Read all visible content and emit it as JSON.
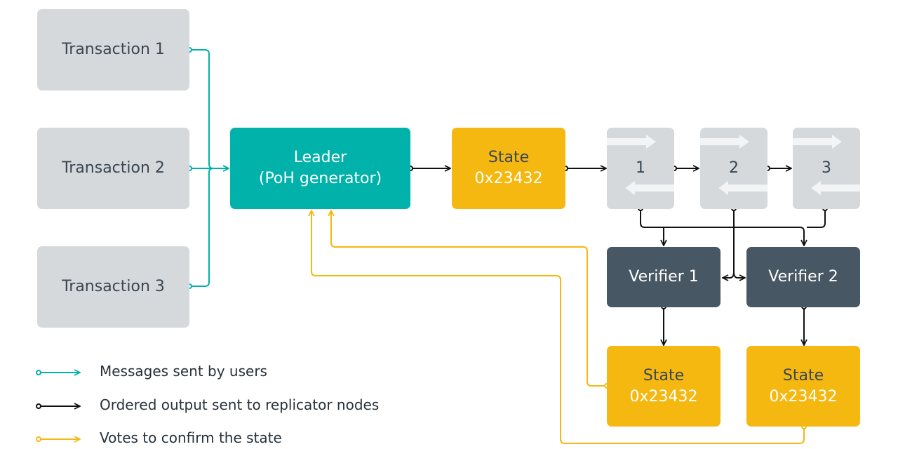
{
  "colors": {
    "user_messages": "#00b2a9",
    "ordered_output": "#111111",
    "votes": "#f5b810",
    "transaction_box": "#d5d9dc",
    "leader_box": "#00b2a9",
    "state_box": "#f5b810",
    "verifier_box": "#475763"
  },
  "transactions": [
    {
      "label": "Transaction 1"
    },
    {
      "label": "Transaction 2"
    },
    {
      "label": "Transaction 3"
    }
  ],
  "leader": {
    "line1": "Leader",
    "line2": "(PoH generator)"
  },
  "leader_state": {
    "label": "State",
    "value": "0x23432"
  },
  "replicators": [
    {
      "label": "1"
    },
    {
      "label": "2"
    },
    {
      "label": "3"
    }
  ],
  "verifiers": [
    {
      "label": "Verifier 1"
    },
    {
      "label": "Verifier 2"
    }
  ],
  "verifier_states": [
    {
      "label": "State",
      "value": "0x23432"
    },
    {
      "label": "State",
      "value": "0x23432"
    }
  ],
  "legend": [
    {
      "label": "Messages sent by users",
      "color": "#00b2a9"
    },
    {
      "label": "Ordered output sent to replicator nodes",
      "color": "#111111"
    },
    {
      "label": "Votes to confirm the state",
      "color": "#f5b810"
    }
  ]
}
